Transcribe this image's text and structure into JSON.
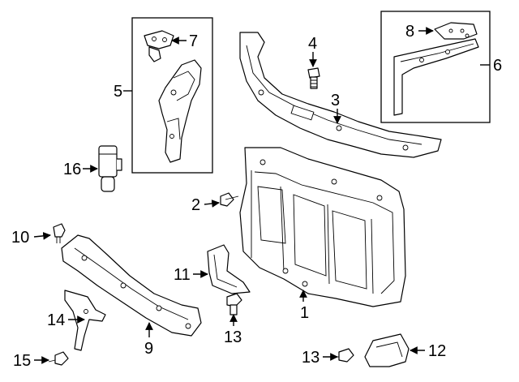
{
  "diagram": {
    "callouts": {
      "c1": "1",
      "c2": "2",
      "c3": "3",
      "c4": "4",
      "c5": "5",
      "c6": "6",
      "c7": "7",
      "c8": "8",
      "c9": "9",
      "c10": "10",
      "c11": "11",
      "c12": "12",
      "c13a": "13",
      "c13b": "13",
      "c14": "14",
      "c15": "15",
      "c16": "16"
    },
    "icons": {
      "bolt": "bolt-icon",
      "clip": "push-clip-icon",
      "sensor": "sensor-icon"
    },
    "colors": {
      "line": "#000000",
      "fill": "#ffffff"
    }
  }
}
